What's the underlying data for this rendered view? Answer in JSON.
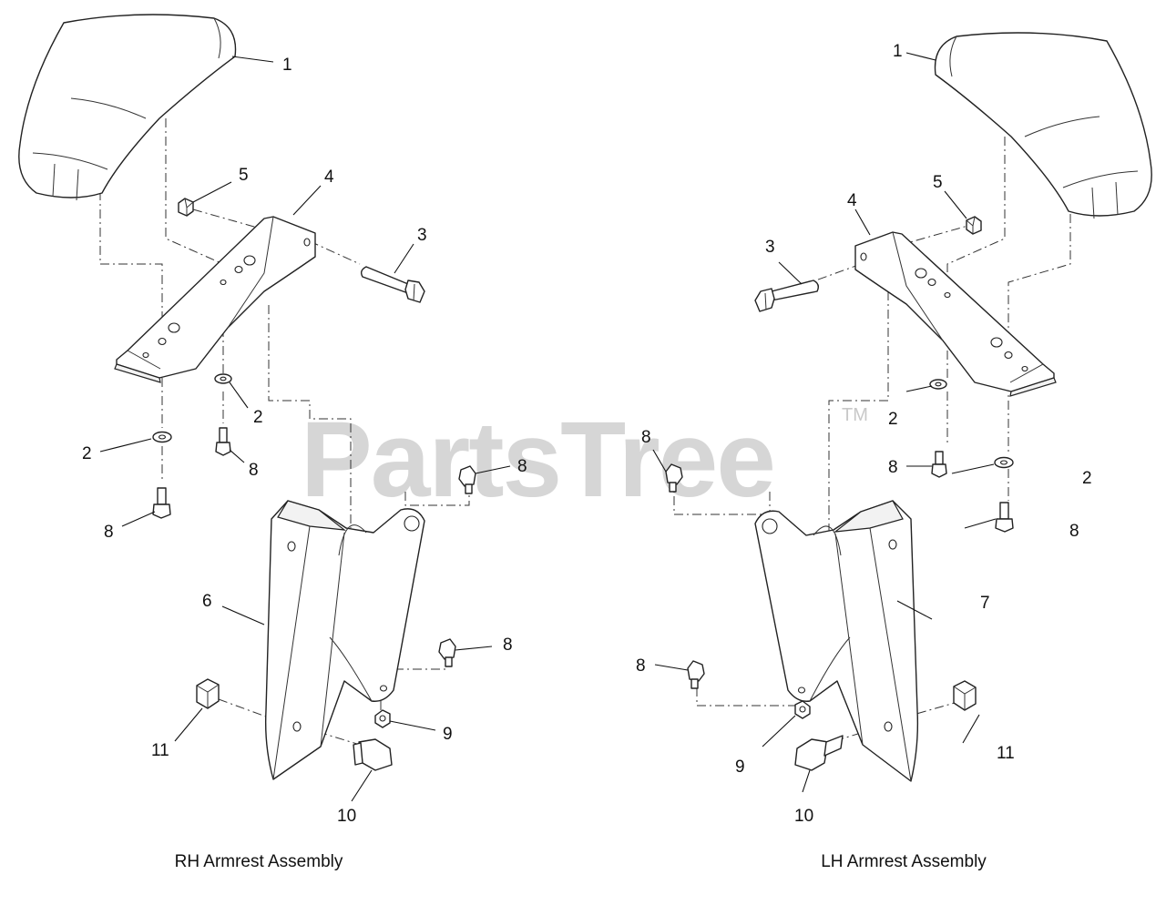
{
  "watermark": {
    "text": "PartsTree",
    "trademark": "TM"
  },
  "captions": {
    "rh": "RH Armrest Assembly",
    "lh": "LH Armrest Assembly"
  },
  "callouts": {
    "rh": {
      "n1": "1",
      "n2a": "2",
      "n2b": "2",
      "n3": "3",
      "n4": "4",
      "n5": "5",
      "n6": "6",
      "n8a": "8",
      "n8b": "8",
      "n8c": "8",
      "n8d": "8",
      "n9": "9",
      "n10": "10",
      "n11": "11"
    },
    "lh": {
      "n1": "1",
      "n2a": "2",
      "n2b": "2",
      "n3": "3",
      "n4": "4",
      "n5": "5",
      "n7": "7",
      "n8a": "8",
      "n8b": "8",
      "n8c": "8",
      "n8d": "8",
      "n9": "9",
      "n10": "10",
      "n11": "11"
    }
  },
  "colors": {
    "line": "#222222",
    "watermark": "#cfcfcf",
    "background": "#ffffff"
  }
}
